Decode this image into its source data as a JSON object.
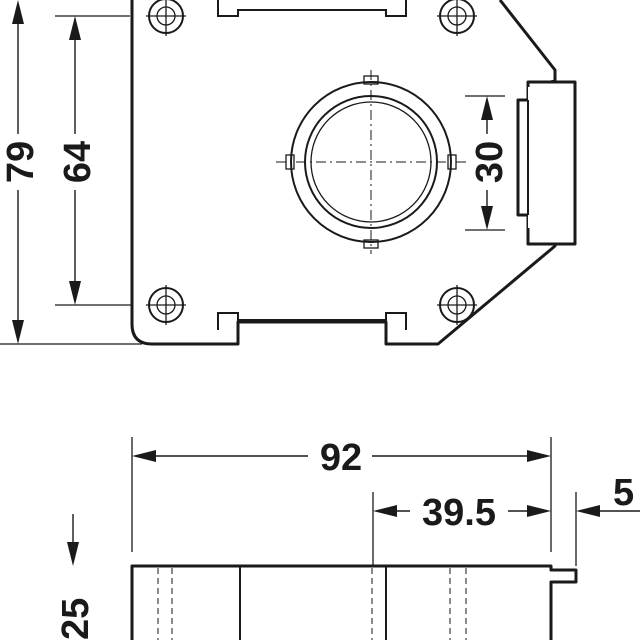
{
  "drawing": {
    "top_view": {
      "dim_overall_height": "79",
      "dim_hole_spacing": "64",
      "dim_cylinder_diameter": "30"
    },
    "side_view": {
      "dim_overall_width": "92",
      "dim_backset": "39.5",
      "dim_bolt_throw": "5",
      "dim_depth": "25"
    }
  }
}
